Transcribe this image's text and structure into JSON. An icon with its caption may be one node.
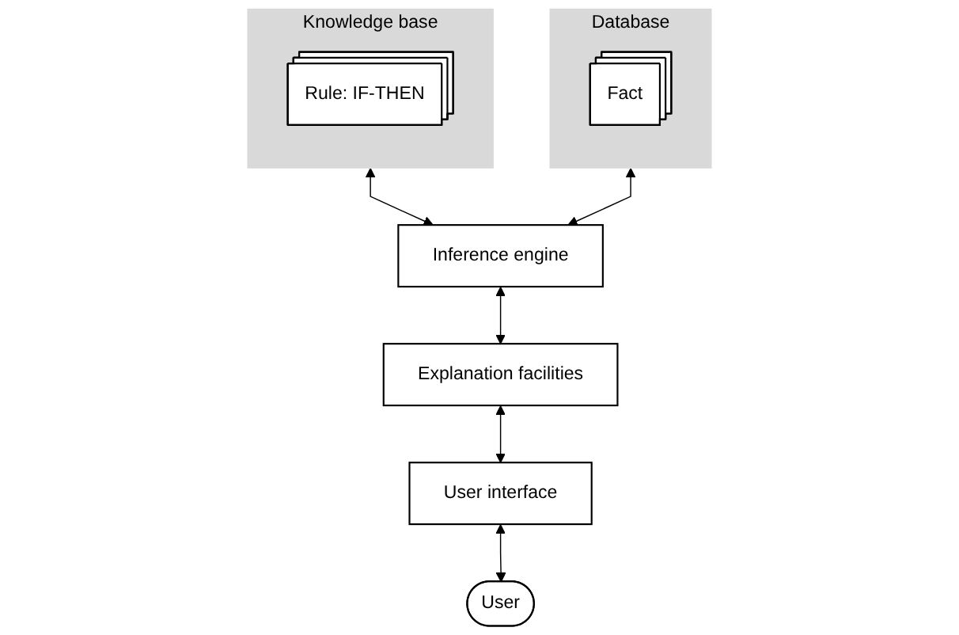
{
  "diagram": {
    "nodes": [
      {
        "text": [
          "Knowledge base"
        ]
      },
      {
        "text": [
          "Rule: IF-THEN"
        ],
        "in": 0
      },
      {
        "text": [
          "Database"
        ]
      },
      {
        "text": [
          "Fact"
        ],
        "in": 2
      },
      {
        "text": [
          "Inference engine"
        ]
      },
      {
        "text": [
          "Explanation facilities"
        ]
      },
      {
        "text": [
          "User interface"
        ]
      },
      {
        "text": [
          "User"
        ]
      }
    ],
    "edges": [
      {
        "from": 0,
        "to": 4,
        "arrow": "both"
      },
      {
        "from": 2,
        "to": 4,
        "arrow": "both"
      },
      {
        "from": 4,
        "to": 5,
        "arrow": "both"
      },
      {
        "from": 5,
        "to": 6,
        "arrow": "both"
      },
      {
        "from": 6,
        "to": 7,
        "arrow": "both"
      }
    ]
  }
}
